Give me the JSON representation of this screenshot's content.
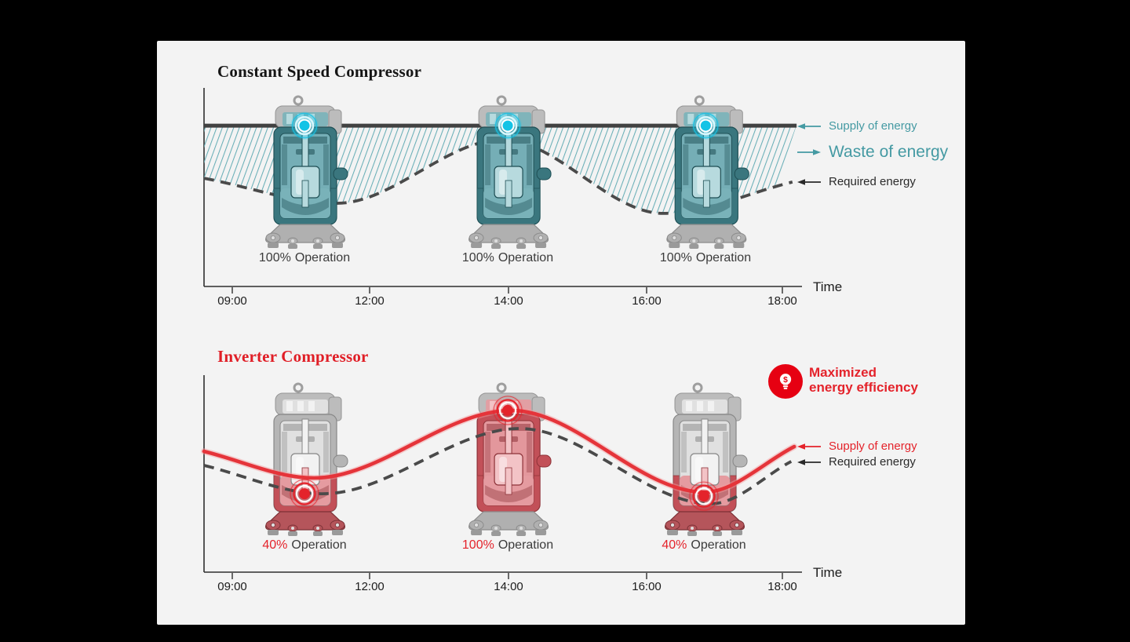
{
  "window": {
    "background": "#000000",
    "card_background": "#f3f3f3"
  },
  "colors": {
    "teal": "#459aa3",
    "teal_hatch": "#68aeb6",
    "red": "#e4232b",
    "bright_red": "#e60012",
    "red_curve": "#e5343a",
    "dark_line": "#414141",
    "dashed_line": "#4a4a4a",
    "axis": "#2e2e2e",
    "cyan_glow": "#14c3e6",
    "compressor_teal": "#3a767e",
    "compressor_red": "#c25058",
    "compressor_gray": "#b5b5b5"
  },
  "charts": [
    {
      "title": "Constant Speed Compressor",
      "x_ticks": [
        "09:00",
        "12:00",
        "14:00",
        "16:00",
        "18:00"
      ],
      "x_axis_label": "Time",
      "marker_icon": "cyan-glow-marker-icon",
      "legend": [
        {
          "label": "Supply of energy",
          "arrow": "left",
          "icon": "left-arrow-icon",
          "color": "#459aa3",
          "size": "small"
        },
        {
          "label": "Waste of energy",
          "arrow": "right",
          "icon": "right-arrow-icon",
          "color": "#459aa3",
          "size": "large"
        },
        {
          "label": "Required energy",
          "arrow": "left",
          "icon": "left-arrow-icon",
          "color": "#2a2a2a",
          "size": "small"
        }
      ],
      "compressors": [
        {
          "percent": "100%",
          "word": "Operation",
          "color_scheme": "teal"
        },
        {
          "percent": "100%",
          "word": "Operation",
          "color_scheme": "teal"
        },
        {
          "percent": "100%",
          "word": "Operation",
          "color_scheme": "teal"
        }
      ],
      "chart_data": {
        "type": "line",
        "title": "Constant Speed Compressor",
        "xlabel": "Time",
        "x_ticks": [
          "09:00",
          "12:00",
          "14:00",
          "16:00",
          "18:00"
        ],
        "y_unit": "energy level (% of plot height)",
        "series": [
          {
            "name": "Supply of energy",
            "style": "solid",
            "color": "#414141",
            "points": [
              [
                0,
                81
              ],
              [
                0.991,
                81
              ]
            ]
          },
          {
            "name": "Required energy",
            "style": "dashed",
            "color": "#4a4a4a",
            "points": [
              [
                0,
                54.5
              ],
              [
                0.223,
                41.9
              ],
              [
                0.499,
                73.9
              ],
              [
                0.768,
                36.8
              ],
              [
                0.984,
                52.6
              ]
            ]
          }
        ],
        "area": {
          "name": "Waste of energy",
          "between": [
            "Supply of energy",
            "Required energy"
          ],
          "fill": "teal diagonal hatch"
        },
        "marker_positions": [
          [
            0.168,
            81
          ],
          [
            0.508,
            81
          ],
          [
            0.839,
            81
          ]
        ]
      }
    },
    {
      "title": "Inverter Compressor",
      "x_ticks": [
        "09:00",
        "12:00",
        "14:00",
        "16:00",
        "18:00"
      ],
      "x_axis_label": "Time",
      "marker_icon": "red-target-marker-icon",
      "badge": {
        "icon": "dollar-lightbulb-icon",
        "symbol": "$",
        "lines": [
          "Maximized",
          "energy efficiency"
        ],
        "text_color": "#e4232b",
        "circle_color": "#e60012"
      },
      "legend": [
        {
          "label": "Supply of energy",
          "arrow": "left",
          "icon": "left-arrow-icon",
          "color": "#e4232b",
          "size": "small"
        },
        {
          "label": "Required energy",
          "arrow": "left",
          "icon": "left-arrow-icon",
          "color": "#2a2a2a",
          "size": "small"
        }
      ],
      "compressors": [
        {
          "percent": "40%",
          "word": "Operation",
          "color_scheme": "gray-with-red-bottom"
        },
        {
          "percent": "100%",
          "word": "Operation",
          "color_scheme": "red"
        },
        {
          "percent": "40%",
          "word": "Operation",
          "color_scheme": "gray-with-red-bottom"
        }
      ],
      "chart_data": {
        "type": "line",
        "title": "Inverter Compressor",
        "xlabel": "Time",
        "x_ticks": [
          "09:00",
          "12:00",
          "14:00",
          "16:00",
          "18:00"
        ],
        "y_unit": "energy level (% of plot height)",
        "series": [
          {
            "name": "Supply of energy",
            "style": "solid",
            "color": "#e5343a",
            "points": [
              [
                0,
                61.3
              ],
              [
                0.184,
                47.8
              ],
              [
                0.514,
                82.1
              ],
              [
                0.837,
                40.6
              ],
              [
                0.987,
                63.7
              ]
            ]
          },
          {
            "name": "Required energy",
            "style": "dashed",
            "color": "#4a4a4a",
            "points": [
              [
                0,
                54.2
              ],
              [
                0.199,
                39.8
              ],
              [
                0.528,
                72.9
              ],
              [
                0.848,
                34.7
              ],
              [
                0.982,
                56.2
              ]
            ]
          }
        ],
        "marker_positions": [
          [
            0.168,
            39.8
          ],
          [
            0.508,
            82.1
          ],
          [
            0.836,
            38.6
          ]
        ]
      }
    }
  ]
}
